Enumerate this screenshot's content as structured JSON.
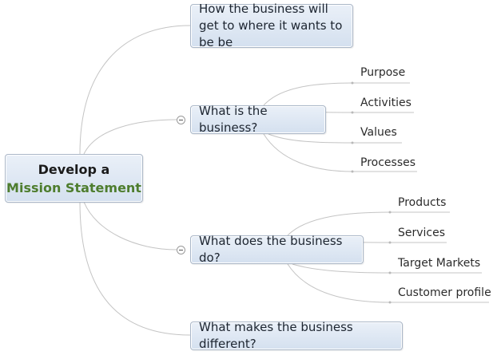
{
  "central": {
    "line1": "Develop a",
    "line2": "Mission Statement",
    "accent_color": "#4e7d2e"
  },
  "branches": [
    {
      "label": "How the business will get to where it wants to be be"
    },
    {
      "label": "What is the business?",
      "collapse_icon": "minus-circle-icon",
      "children": [
        "Purpose",
        "Activities",
        "Values",
        "Processes"
      ]
    },
    {
      "label": "What does the business do?",
      "collapse_icon": "minus-circle-icon",
      "children": [
        "Products",
        "Services",
        "Target Markets",
        "Customer profile"
      ]
    },
    {
      "label": "What makes the business different?"
    }
  ]
}
